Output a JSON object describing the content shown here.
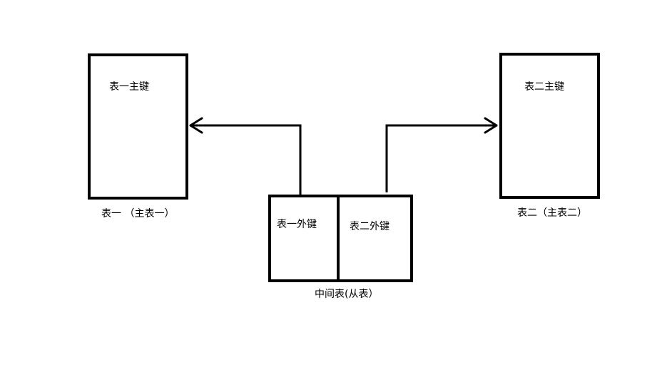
{
  "table_one": {
    "primary_key_label": "表一主键",
    "caption": "表一 （主表一）"
  },
  "table_two": {
    "primary_key_label": "表二主键",
    "caption": "表二（主表二）"
  },
  "junction_table": {
    "foreign_key_one_label": "表一外键",
    "foreign_key_two_label": "表二外键",
    "caption": "中间表(从表）"
  },
  "colors": {
    "stroke": "#000000",
    "background": "#ffffff"
  }
}
